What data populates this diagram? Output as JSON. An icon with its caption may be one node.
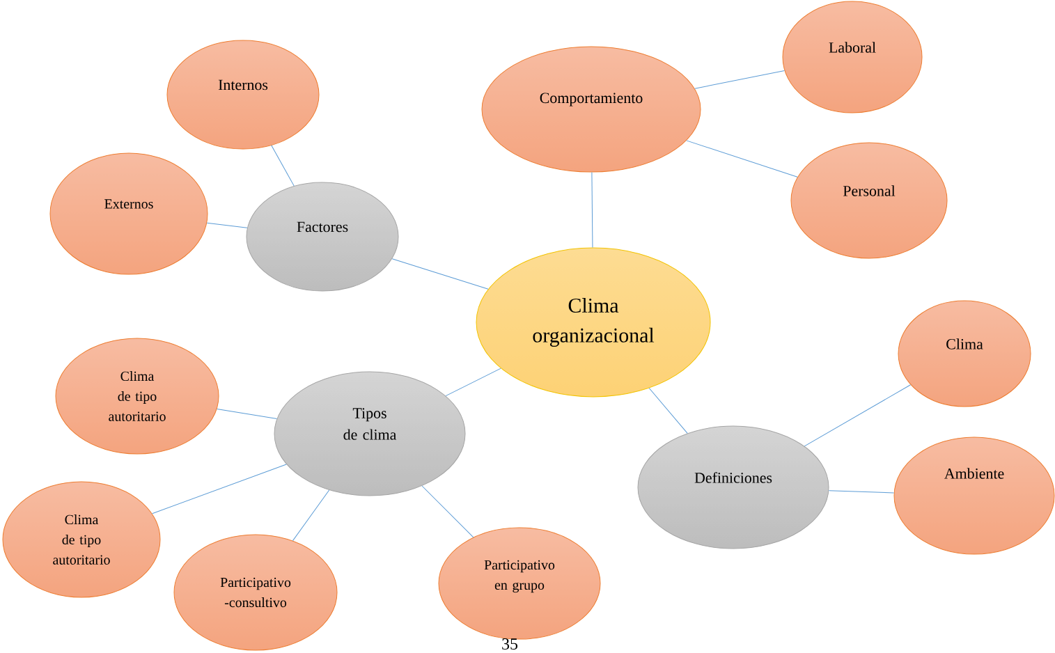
{
  "diagram": {
    "nodes": [
      {
        "text": [
          "Clima organizacional"
        ]
      },
      {
        "text": [
          "Comportamiento"
        ]
      },
      {
        "text": [
          "Laboral"
        ]
      },
      {
        "text": [
          "Personal"
        ]
      },
      {
        "text": [
          "Internos"
        ]
      },
      {
        "text": [
          "Externos"
        ]
      },
      {
        "text": [
          "Factores"
        ]
      },
      {
        "text": [
          "Clima"
        ]
      },
      {
        "text": [
          "Clima de tipo autoritario"
        ]
      },
      {
        "text": [
          "Tipos de clima"
        ]
      },
      {
        "text": [
          "Definiciones"
        ]
      },
      {
        "text": [
          "Ambiente"
        ]
      },
      {
        "text": [
          "Clima de tipo autoritario"
        ]
      },
      {
        "text": [
          "Participativo -consultivo"
        ]
      },
      {
        "text": [
          "Participativo en grupo"
        ]
      }
    ],
    "edges": [
      {
        "from": 0,
        "to": 1,
        "arrow": "none"
      },
      {
        "from": 1,
        "to": 2,
        "arrow": "none"
      },
      {
        "from": 1,
        "to": 3,
        "arrow": "none"
      },
      {
        "from": 0,
        "to": 6,
        "arrow": "none"
      },
      {
        "from": 6,
        "to": 4,
        "arrow": "none"
      },
      {
        "from": 6,
        "to": 5,
        "arrow": "none"
      },
      {
        "from": 0,
        "to": 9,
        "arrow": "none"
      },
      {
        "from": 9,
        "to": 8,
        "arrow": "none"
      },
      {
        "from": 9,
        "to": 12,
        "arrow": "none"
      },
      {
        "from": 9,
        "to": 13,
        "arrow": "none"
      },
      {
        "from": 9,
        "to": 14,
        "arrow": "none"
      },
      {
        "from": 0,
        "to": 10,
        "arrow": "none"
      },
      {
        "from": 10,
        "to": 7,
        "arrow": "none"
      },
      {
        "from": 10,
        "to": 11,
        "arrow": "none"
      }
    ],
    "labels": [
      "35"
    ]
  }
}
